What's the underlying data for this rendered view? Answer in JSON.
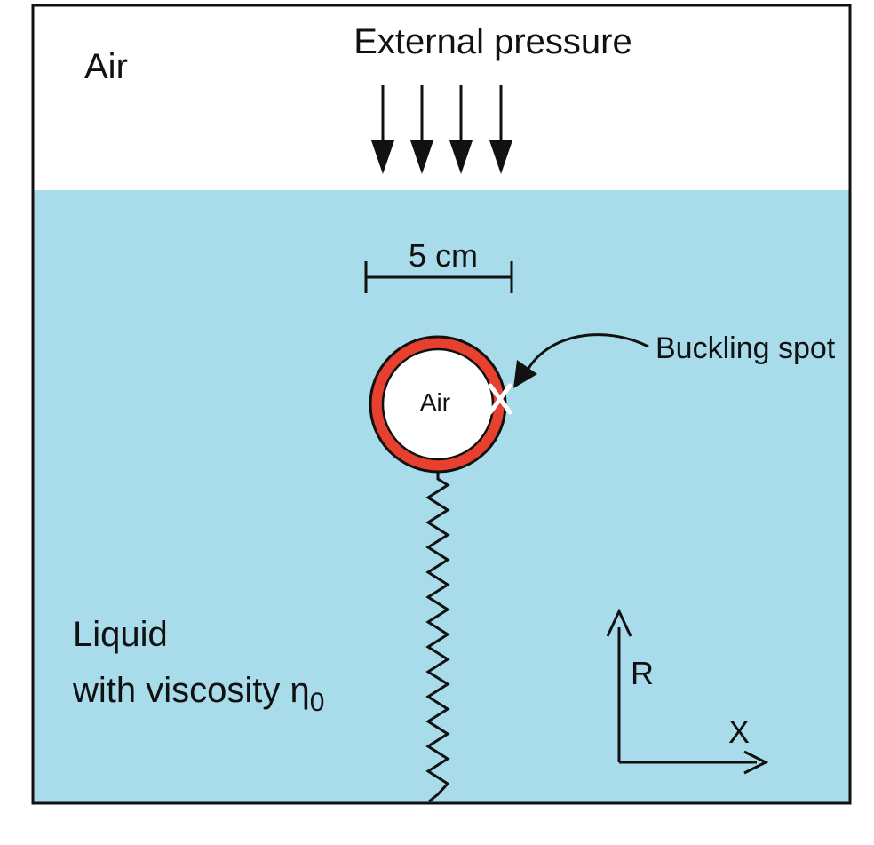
{
  "labels": {
    "air_top": "Air",
    "external_pressure": "External pressure",
    "scale": "5 cm",
    "buckling_spot": "Buckling spot",
    "air_bubble": "Air",
    "liquid_line1": "Liquid",
    "liquid_line2": "with viscosity η",
    "viscosity_subscript": "0",
    "axis_r": "R",
    "axis_x": "X"
  },
  "colors": {
    "air": "#ffffff",
    "liquid": "#a8dcea",
    "shell": "#e8402e",
    "outline": "#111111",
    "marker": "#ffffff"
  }
}
